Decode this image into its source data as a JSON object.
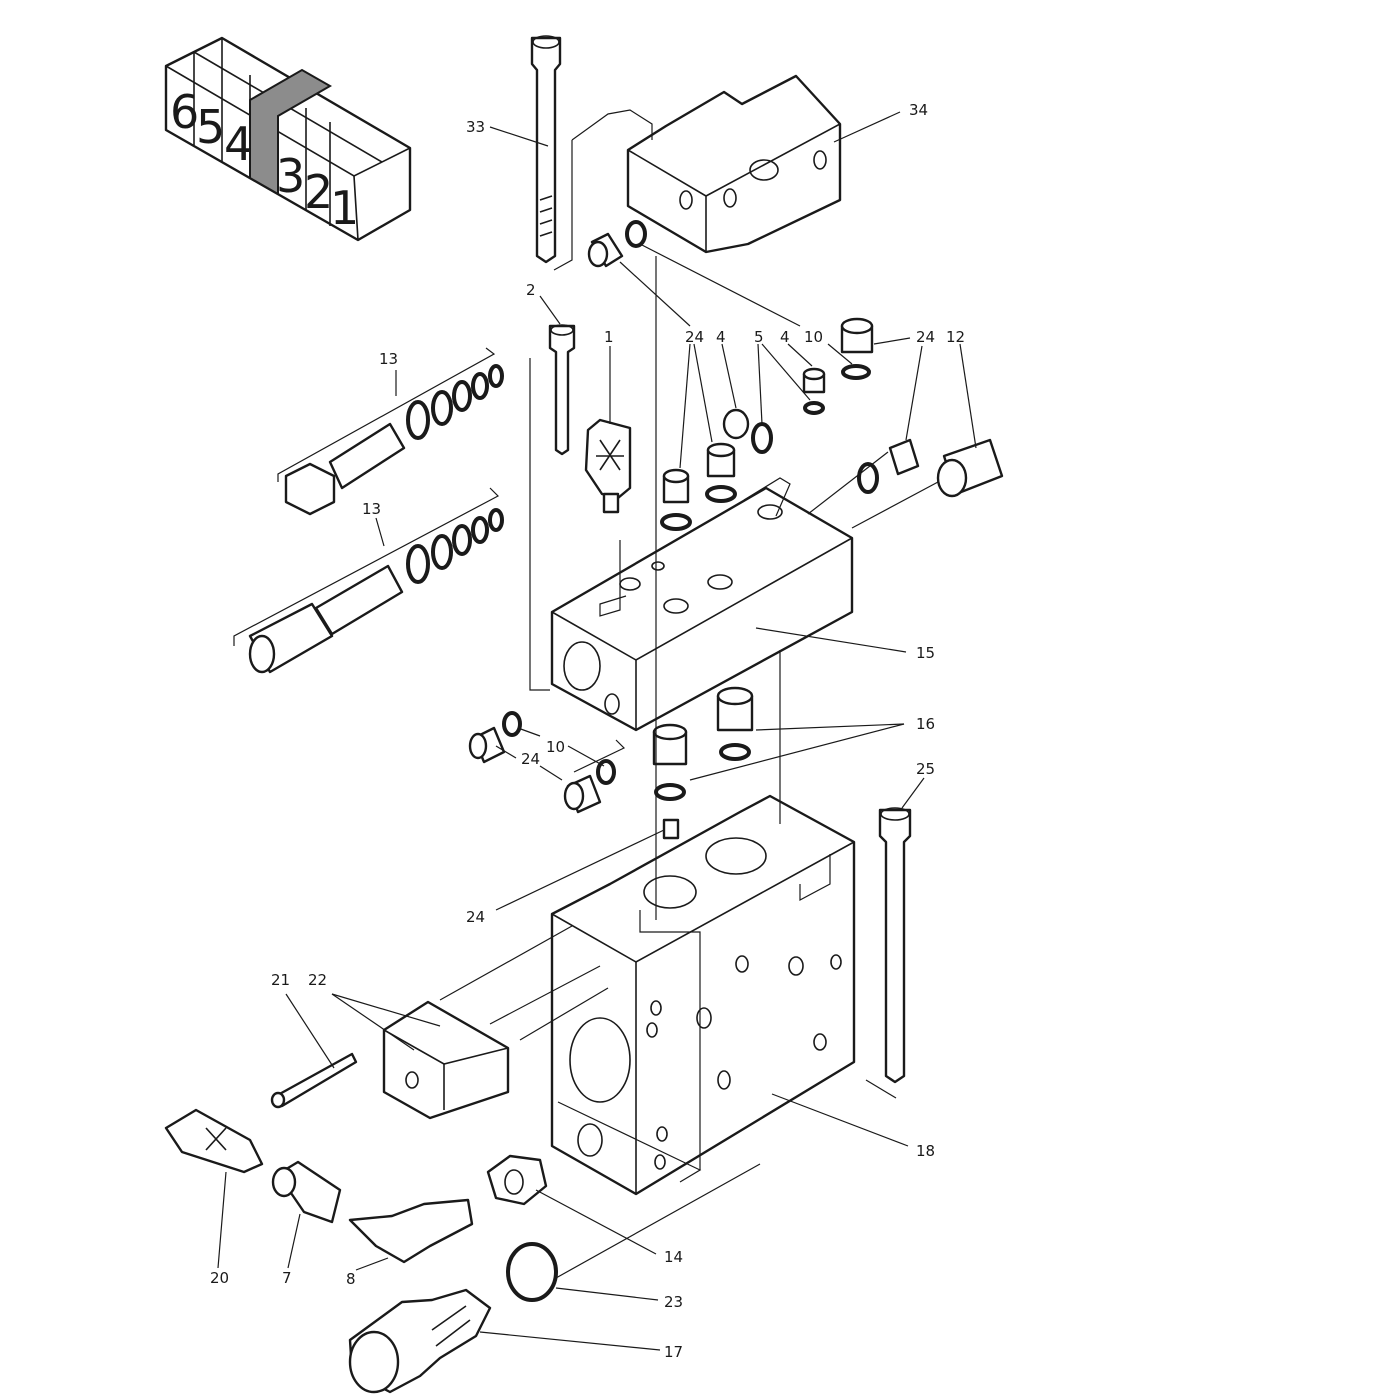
{
  "legend_cells": [
    "6",
    "5",
    "4",
    "3",
    "2",
    "1"
  ],
  "labels": {
    "l33": "33",
    "l34": "34",
    "l2": "2",
    "l1": "1",
    "l13a": "13",
    "l13b": "13",
    "l24a": "24",
    "l4a": "4",
    "l5": "5",
    "l4b": "4",
    "l10a": "10",
    "l24b": "24",
    "l12": "12",
    "l15": "15",
    "l16": "16",
    "l10b": "10",
    "l24c": "24",
    "l25": "25",
    "l24d": "24",
    "l21": "21",
    "l22": "22",
    "l18": "18",
    "l20": "20",
    "l7": "7",
    "l8": "8",
    "l14": "14",
    "l23": "23",
    "l17": "17"
  }
}
